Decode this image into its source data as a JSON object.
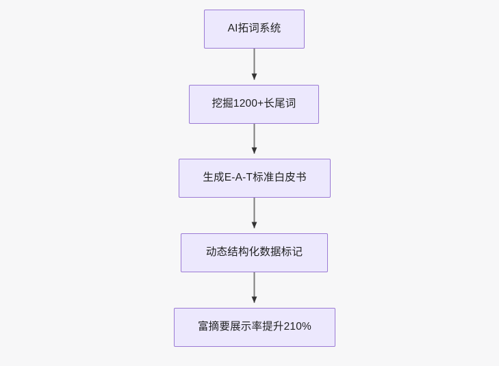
{
  "diagram": {
    "type": "flowchart",
    "direction": "top-to-bottom",
    "background_color": "#f7f7f8",
    "node_fill_color": "#ece8fd",
    "node_border_color": "#9a79d4",
    "node_text_color": "#1f2020",
    "edge_color": "#7d7d7d",
    "nodes": [
      {
        "id": "n1",
        "label": "AI拓词系统"
      },
      {
        "id": "n2",
        "label": "挖掘1200+长尾词"
      },
      {
        "id": "n3",
        "label": "生成E-A-T标准白皮书"
      },
      {
        "id": "n4",
        "label": "动态结构化数据标记"
      },
      {
        "id": "n5",
        "label": "富摘要展示率提升210%"
      }
    ],
    "edges": [
      {
        "from": "n1",
        "to": "n2",
        "label": "",
        "arrow": "arrow-down-icon"
      },
      {
        "from": "n2",
        "to": "n3",
        "label": "",
        "arrow": "arrow-down-icon"
      },
      {
        "from": "n3",
        "to": "n4",
        "label": "",
        "arrow": "arrow-down-icon"
      },
      {
        "from": "n4",
        "to": "n5",
        "label": "",
        "arrow": "arrow-down-icon"
      }
    ]
  }
}
